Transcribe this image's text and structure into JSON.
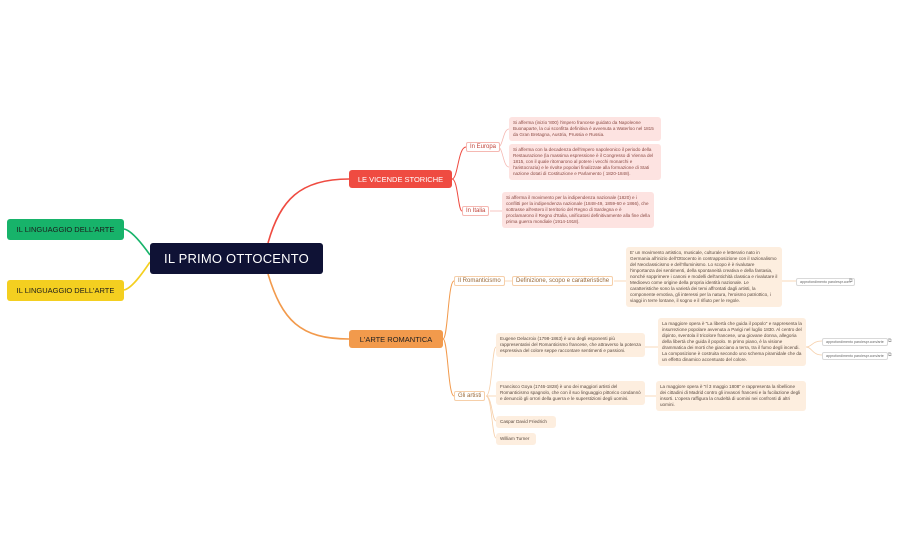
{
  "root": {
    "title": "IL PRIMO OTTOCENTO"
  },
  "side_nodes": {
    "green": "IL LINGUAGGIO DELL'ARTE",
    "yellow": "IL LINGUAGGIO DELL'ARTE"
  },
  "vicende": {
    "title": "LE VICENDE STORICHE",
    "europa": {
      "label": "In Europa",
      "note1": "Si afferma (inizio '800) l'impero francese guidato da Napoleone Buonaparte, la cui sconfitta definitiva è avvenuta a Waterloo nel 1815 da Gran Bretagna, Austria, Prussia e Russia.",
      "note2": "Si afferma con la decadenza dell'impero napoleonico il periodo della Restaurazione (la massima espressione è il Congresso di Vienna del 1815, con il quale ritornarono al potere i vecchi monarchi e l'aristocrazia) e le rivolte popolari finalizzate alla formazione di Stati nazione dotati di Costituzione e Parlamento ( 1820-1848)."
    },
    "italia": {
      "label": "In Italia",
      "note": "Si afferma il movimento per la indipendenza nazionale (1820) e i conflitti per la indipendenza nazionale (1848-49, 1859-60 e 1866), che sottrasse all'estero il territorio del Regno di Sardegna e è proclamarono il Regno d'Italia, unificatosi definitivamente alla fine della prima guerra mondiale (1914-1918)."
    }
  },
  "arte": {
    "title": "L'ARTE ROMANTICA",
    "romanticismo": {
      "label": "Il Romanticismo",
      "sub": "Definizione, scopo e caratteristiche",
      "note": "E' un movimento artistico, musicale, culturale e letterario nato in Germania all'inizio dell'Ottocento in contrapposizione con il razionalismo del Neoclassicismo e dell'Illuminismo. Lo scopo è è rivalutare l'importanza dei sentimenti, della spontaneità creativa e della fantasia, nonché sopprimere i canoni e modelli dell'antichità classica e rivalutare il Medioevo come origine della propria identità nazionale. Le caratteristiche sono la varietà dei temi affrontati dagli artisti, la componente emotiva, gli interessi per la natura, l'eroismo patriottico, i viaggi in terre lontane, il sogno e il rifiuto per le regole.",
      "link": "approfondimento parolespr.com"
    },
    "artisti": {
      "label": "Gli artisti",
      "delacroix": "Eugene Delacroix (1798-1863) è uno degli esponenti più rappresentativi del Romanticismo francese, che attraverso la potenza espressiva del colore seppe raccontare sentimenti e passioni.",
      "delacroix_opera": "La maggiore opera è \"La libertà che guida il popolo\" e rappresenta la insurrezione popolare avvenuta a Parigi nel luglio 1830. Al centro del dipinto, sventola il tricolore francese, una giovane donna, allegoria della libertà che guida il popolo. In primo piano, è la visione drammatica dei morti che giacciano a terra, tra il fumo degli incendi. La composizione è costruita secondo uno schema piramidale che da un effetto dinamico accentuato del colore.",
      "link1": "approfondimento parolespr.com/arte",
      "link2": "approfondimento parolespr.com/arte",
      "goya": "Francisco Goya (1746-1828) è uno dei maggiori artisti del Romanticismo spagnolo, che con il suo linguaggio pittorico condannò e denunciò gli orrori della guerra e le superstizioni degli uomini.",
      "goya_opera": "La maggiore opera è \"Il 3 maggio 1808\" e rappresenta la ribellione dei cittadini di Madrid contro gli invasori francesi e la fucilazione degli insorti. L'opera raffigura la crudeltà di uomini nei confronti di altri uomini.",
      "friedrich": "Caspar David Friedrich",
      "turner": "William Turner"
    }
  },
  "colors": {
    "root": "#0f1235",
    "red": "#ef4b41",
    "orange": "#f29a4c",
    "green": "#17b36a",
    "yellow": "#f4cf20"
  }
}
